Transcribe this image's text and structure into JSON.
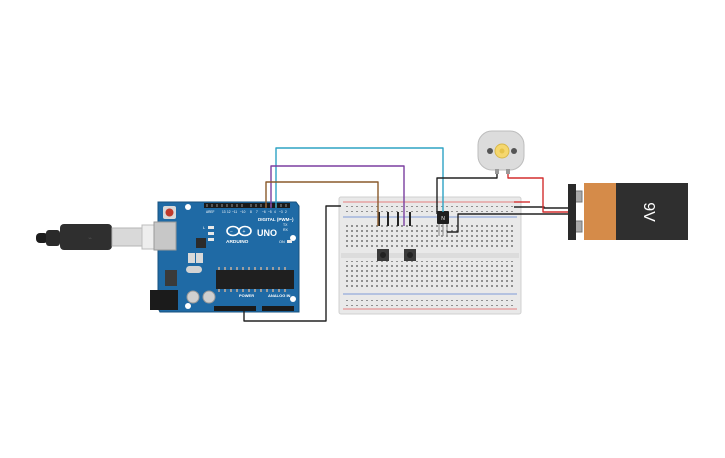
{
  "canvas": {
    "background": "#ffffff"
  },
  "arduino": {
    "board_color": "#1f6aa5",
    "brand": "ARDUINO",
    "model": "UNO",
    "digital_header": "DIGITAL (PWM~)",
    "power_header": "POWER",
    "analog_header": "ANALOG IN",
    "label_tx": "TX",
    "label_rx": "RX",
    "label_l": "L",
    "label_on": "ON"
  },
  "battery": {
    "label": "9V",
    "body_color": "#2f2f2f",
    "wrap_color": "#d58b49"
  },
  "breadboard": {
    "color": "#e9e9e9",
    "rail_red": "#e35b5b",
    "rail_blue": "#5b7fd1"
  },
  "transistor": {
    "label": "N"
  },
  "motor": {
    "shaft_color": "#f5d76e"
  },
  "wires": {
    "teal": "#2ea3c4",
    "purple": "#7b3fa0",
    "brown": "#8a5a2b",
    "black": "#222222",
    "red": "#d32f2f"
  }
}
